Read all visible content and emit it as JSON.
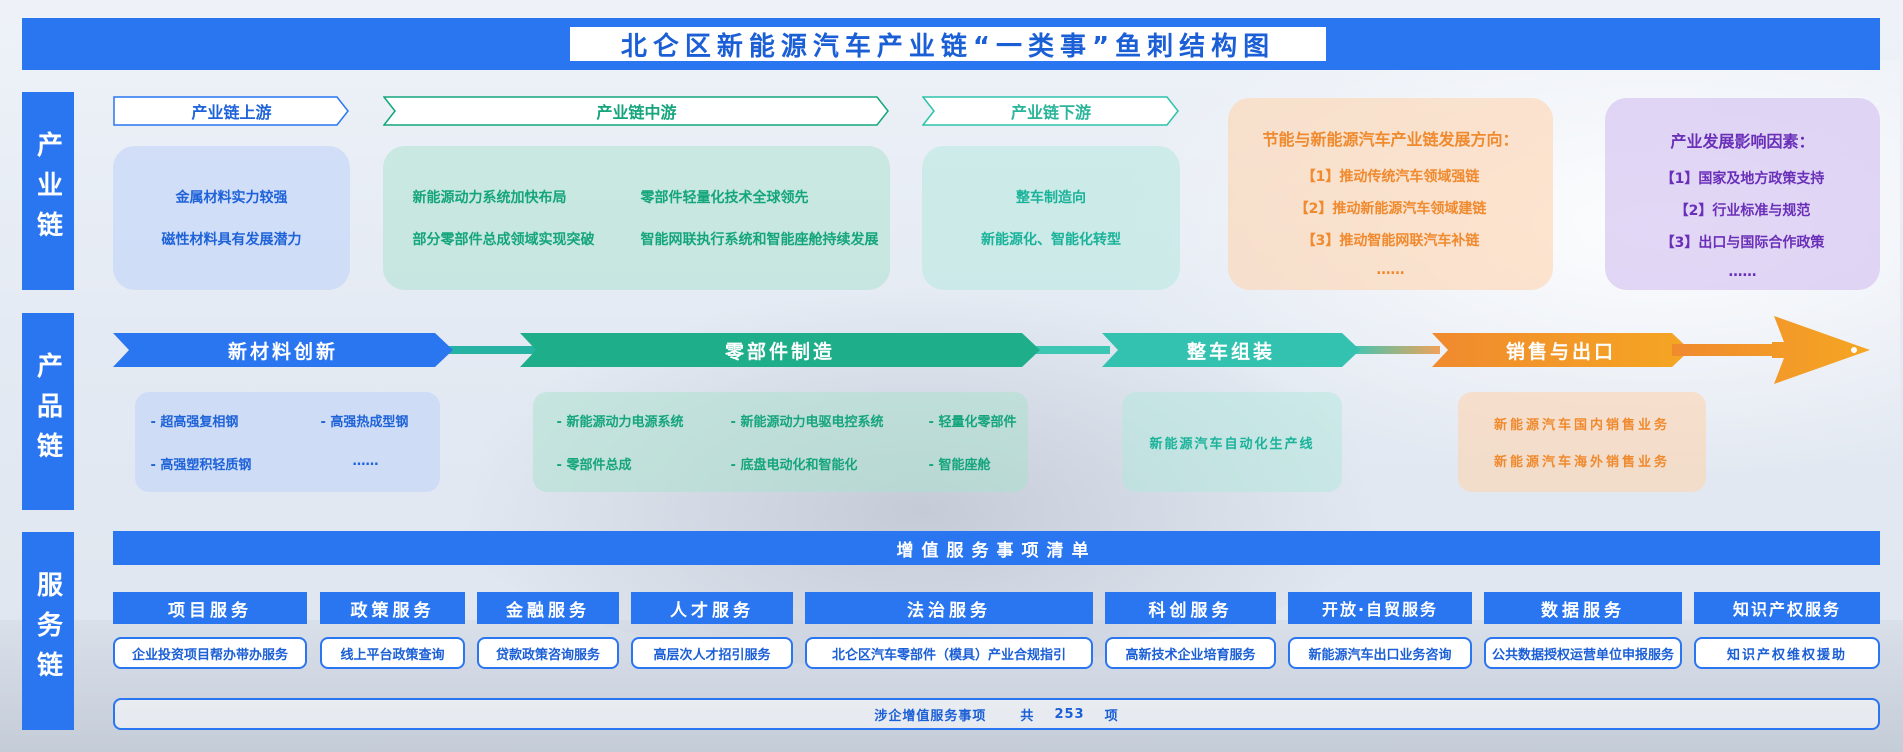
{
  "title": "北仑区新能源汽车产业链“一类事”鱼刺结构图",
  "side_labels": {
    "industry": "产业链",
    "product": "产品链",
    "service": "服务链"
  },
  "industry": {
    "stages": [
      "产业链上游",
      "产业链中游",
      "产业链下游"
    ],
    "upstream": [
      "金属材料实力较强",
      "磁性材料具有发展潜力"
    ],
    "midstream": {
      "left": [
        "新能源动力系统加快布局",
        "部分零部件总成领域实现突破"
      ],
      "right": [
        "零部件轻量化技术全球领先",
        "智能网联执行系统和智能座舱持续发展"
      ]
    },
    "downstream": [
      "整车制造向",
      "新能源化、智能化转型"
    ],
    "direction": {
      "title": "节能与新能源汽车产业链发展方向：",
      "items": [
        "【1】推动传统汽车领域强链",
        "【2】推动新能源汽车领域建链",
        "【3】推动智能网联汽车补链",
        "……"
      ]
    },
    "factors": {
      "title": "产业发展影响因素：",
      "items": [
        "【1】国家及地方政策支持",
        "【2】行业标准与规范",
        "【3】出口与国际合作政策",
        "……"
      ]
    }
  },
  "product": {
    "arrows": [
      "新材料创新",
      "零部件制造",
      "整车组装",
      "销售与出口"
    ],
    "materials": [
      "- 超高强复相钢",
      "- 高强热成型钢",
      "- 高强塑积轻质钢",
      "……"
    ],
    "parts": {
      "col1": [
        "- 新能源动力电源系统",
        "- 零部件总成"
      ],
      "col2": [
        "- 新能源动力电驱电控系统",
        "- 底盘电动化和智能化"
      ],
      "col3": [
        "- 轻量化零部件",
        "- 智能座舱"
      ]
    },
    "assembly": "新能源汽车自动化生产线",
    "sales": [
      "新能源汽车国内销售业务",
      "新能源汽车海外销售业务"
    ]
  },
  "service": {
    "header": "增值服务事项清单",
    "categories": [
      {
        "name": "项目服务",
        "item": "企业投资项目帮办带办服务"
      },
      {
        "name": "政策服务",
        "item": "线上平台政策查询"
      },
      {
        "name": "金融服务",
        "item": "贷款政策咨询服务"
      },
      {
        "name": "人才服务",
        "item": "高层次人才招引服务"
      },
      {
        "name": "法治服务",
        "item": "北仑区汽车零部件（模具）产业合规指引"
      },
      {
        "name": "科创服务",
        "item": "高新技术企业培育服务"
      },
      {
        "name": "开放·自贸服务",
        "item": "新能源汽车出口业务咨询"
      },
      {
        "name": "数据服务",
        "item": "公共数据授权运营单位申报服务"
      },
      {
        "name": "知识产权服务",
        "item": "知识产权维权援助"
      }
    ],
    "total_prefix": "涉企增值服务事项",
    "total_mid": "共",
    "total_count": "253",
    "total_suffix": "项"
  },
  "colors": {
    "primary": "#2a76f0",
    "green": "#14a57c",
    "teal": "#2ec2aa",
    "orange": "#f08a2e",
    "purple": "#6a2fb8"
  }
}
